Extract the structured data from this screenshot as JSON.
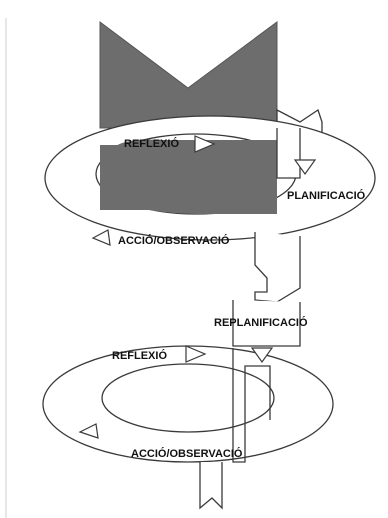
{
  "diagram": {
    "cycle1": {
      "reflection_label": "REFLEXIÓ",
      "planning_label": "PLANIFICACIÓ",
      "action_label": "ACCIÓ/OBSERVACIÓ"
    },
    "cycle2": {
      "replanning_label": "REPLANIFICACIÓ",
      "reflection_label": "REFLEXIÓ",
      "action_label": "ACCIÓ/OBSERVACIÓ"
    }
  },
  "colors": {
    "dark_fill": "#6d6d6d",
    "stroke": "#3a3a3a",
    "background": "#ffffff"
  }
}
